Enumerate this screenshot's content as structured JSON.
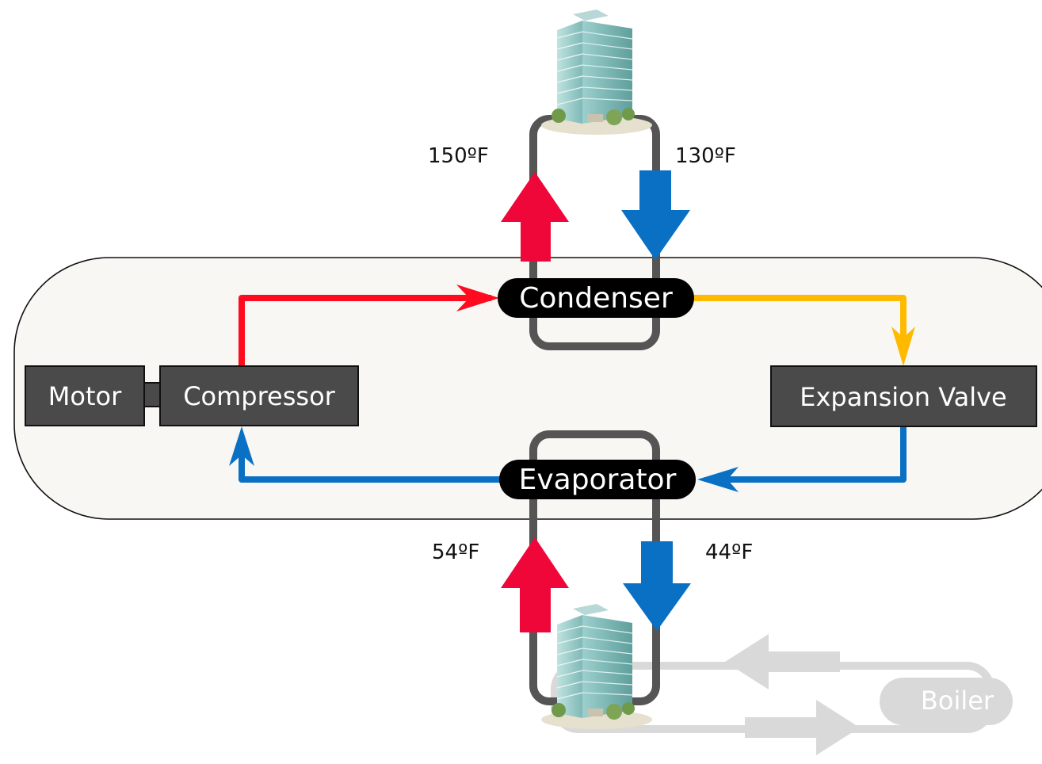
{
  "diagram": {
    "components": {
      "motor": "Motor",
      "compressor": "Compressor",
      "condenser": "Condenser",
      "expansion_valve": "Expansion Valve",
      "evaporator": "Evaporator",
      "boiler": "Boiler"
    },
    "temperatures": {
      "condenser_supply": "150ºF",
      "condenser_return": "130ºF",
      "evaporator_return": "54ºF",
      "evaporator_supply": "44ºF"
    },
    "icons": [
      "building-icon-top",
      "building-icon-bottom"
    ],
    "colors": {
      "hot": "#f0073a",
      "hot_gas": "#ff0a1e",
      "cold": "#0a70c4",
      "liquid": "#ffba00",
      "pipe": "#555555",
      "component_fill": "#4a4a4a",
      "chiller_bg": "#f8f7f3",
      "boiler": "#d9d9d9"
    }
  }
}
